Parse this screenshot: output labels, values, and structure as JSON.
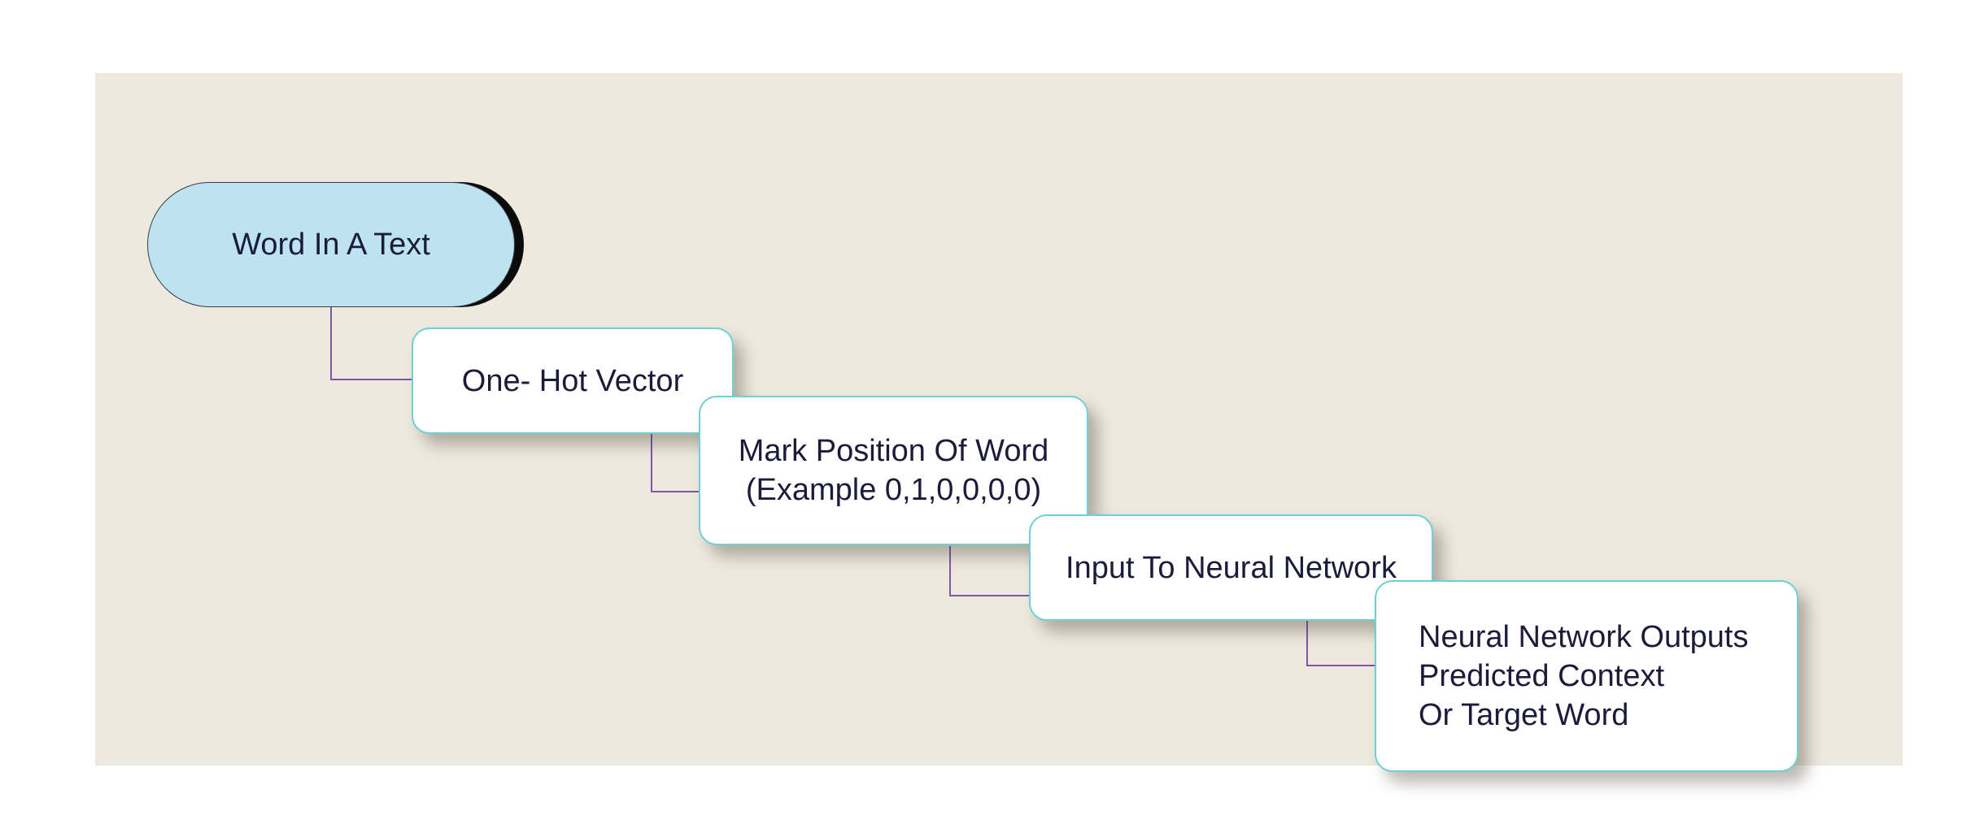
{
  "diagram": {
    "root": {
      "label": "Word In A Text"
    },
    "steps": [
      {
        "lines": [
          "One- Hot Vector"
        ]
      },
      {
        "lines": [
          "Mark Position Of Word",
          "(Example 0,1,0,0,0,0)"
        ]
      },
      {
        "lines": [
          "Input To Neural Network"
        ]
      },
      {
        "lines": [
          "Neural Network Outputs",
          "Predicted Context",
          "Or Target Word"
        ]
      }
    ]
  },
  "colors": {
    "panel_background": "#ede9df",
    "root_fill": "#bde3f1",
    "box_border": "#6fcfd6",
    "connector": "#7f56a8",
    "text": "#1c1c3a"
  }
}
